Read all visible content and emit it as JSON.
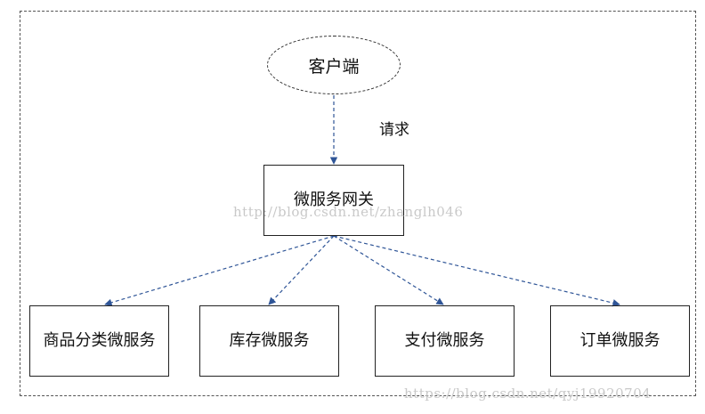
{
  "diagram": {
    "client": "客户端",
    "request_label": "请求",
    "gateway": "微服务网关",
    "services": [
      "商品分类微服务",
      "库存微服务",
      "支付微服务",
      "订单微服务"
    ]
  },
  "watermarks": [
    "http://blog.csdn.net/zhanglh046",
    "https://blog.csdn.net/qyj19920704"
  ],
  "colors": {
    "arrow": "#2f5597",
    "border": "#222222",
    "watermark": "#c9c9c9"
  }
}
